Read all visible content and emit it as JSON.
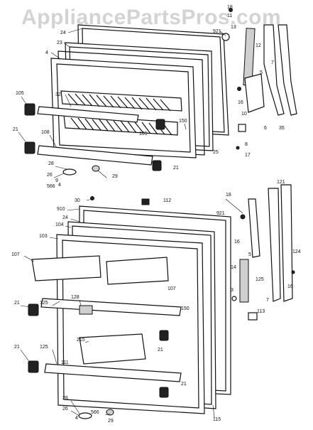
{
  "watermark": "AppliancePartsPros.com",
  "callouts": {
    "upper": [
      "18",
      "11",
      "24",
      "23",
      "4",
      "921",
      "13",
      "12",
      "5",
      "7",
      "16",
      "105",
      "32",
      "150",
      "10",
      "6",
      "35",
      "21",
      "108",
      "105",
      "25",
      "8",
      "17",
      "28",
      "26",
      "566",
      "29",
      "21"
    ],
    "mid": [
      "30",
      "112",
      "18",
      "910",
      "24",
      "121",
      "104",
      "921",
      "103",
      "107",
      "16",
      "124",
      "14",
      "5",
      "3",
      "16",
      "125",
      "7",
      "107",
      "128",
      "21",
      "125",
      "113",
      "150",
      "215",
      "21",
      "21",
      "125",
      "111",
      "21",
      "28",
      "26",
      "566",
      "29",
      "115"
    ]
  },
  "extra_labels": [
    "4",
    "4",
    "9"
  ]
}
